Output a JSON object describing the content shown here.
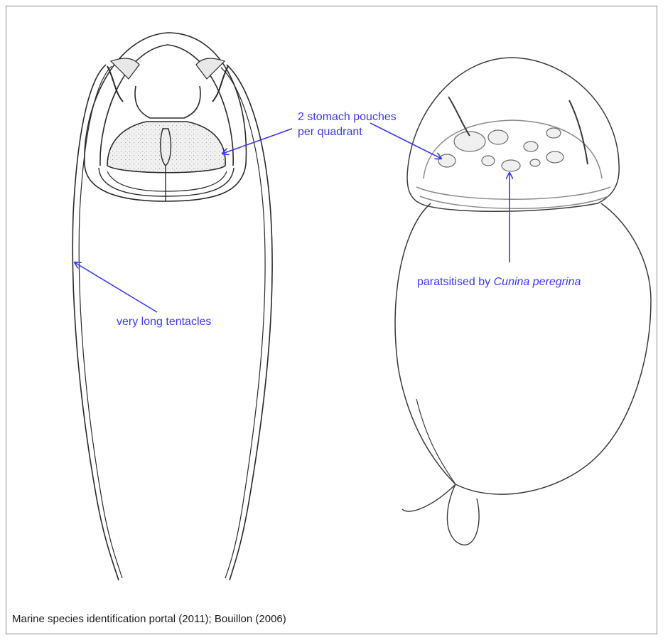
{
  "labels": {
    "stomach_line1": "2 stomach pouches",
    "stomach_line2": "per quadrant",
    "tentacles": "very long tentacles",
    "parasite_prefix": "paratsitised by ",
    "parasite_species": "Cunina peregrina"
  },
  "credit": "Marine species identification portal (2011); Bouillon (2006)",
  "colors": {
    "annotation": "#3a3aee",
    "ink": "#2a2a2a",
    "stipple": "#e6e6e6",
    "frame": "#8a8a8a"
  }
}
